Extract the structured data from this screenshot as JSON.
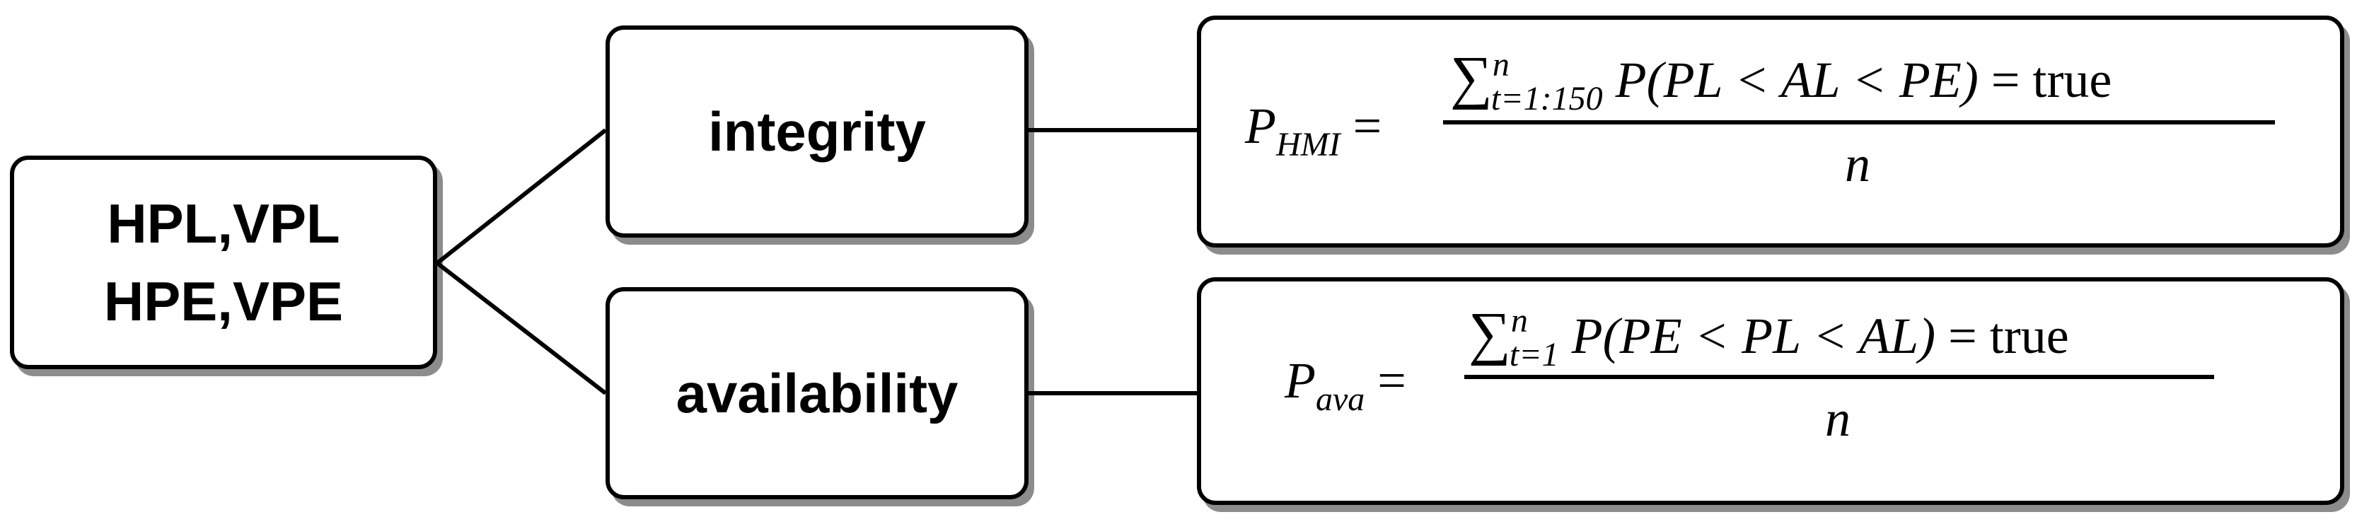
{
  "nodes": {
    "root": {
      "line1": "HPL,VPL",
      "line2": "HPE,VPE"
    },
    "integrity": {
      "label": "integrity"
    },
    "availability": {
      "label": "availability"
    }
  },
  "formulas": {
    "integrity": {
      "lhs_symbol": "P",
      "lhs_subscript": "HMI",
      "equals": "=",
      "sum_symbol": "∑",
      "sum_lower": "t=1:150",
      "sum_upper": "n",
      "condition": "P(PL < AL < PE)",
      "rhs_eq": "= true",
      "denominator": "n"
    },
    "availability": {
      "lhs_symbol": "P",
      "lhs_subscript": "ava",
      "equals": "=",
      "sum_symbol": "∑",
      "sum_lower": "t=1",
      "sum_upper": "n",
      "condition": "P(PE < PL < AL)",
      "rhs_eq": "= true",
      "denominator": "n"
    }
  }
}
